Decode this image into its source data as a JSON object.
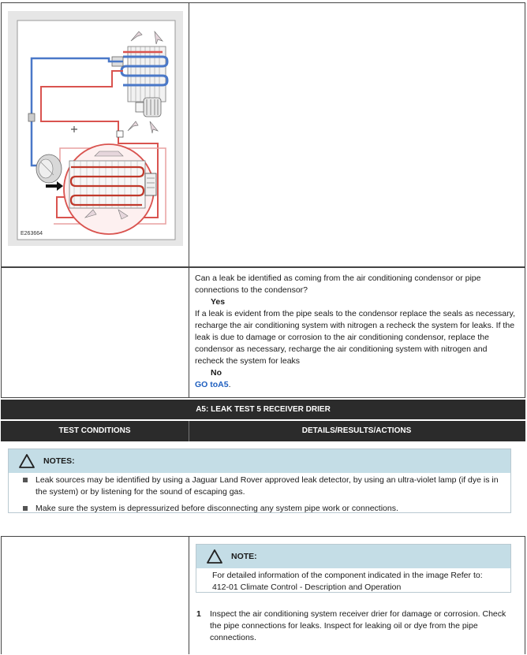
{
  "diagram": {
    "figure_id": "E263664"
  },
  "question_row": {
    "question": "Can a leak be identified as coming from the air conditioning condensor or pipe connections to the condensor?",
    "yes_label": "Yes",
    "yes_text": "If a leak is evident from the pipe seals to the condensor replace the seals as necessary, recharge the air conditioning system with nitrogen a recheck the system for leaks. If the leak is due to damage or corrosion to the air conditioning condensor, replace the condensor as necessary, recharge the air conditioning system with nitrogen and recheck the system for leaks",
    "no_label": "No",
    "goto_link": "GO toA5",
    "goto_suffix": "."
  },
  "section": {
    "title": "A5: LEAK TEST 5 RECEIVER DRIER",
    "col_left": "TEST CONDITIONS",
    "col_right": "DETAILS/RESULTS/ACTIONS"
  },
  "notes": {
    "heading": "NOTES:",
    "items": [
      "Leak sources may be identified by using a Jaguar Land Rover approved leak detector, by using an ultra-violet lamp (if dye is in the system) or by listening for the sound of escaping gas.",
      "Make sure the system is depressurized before disconnecting any system pipe work or connections."
    ]
  },
  "note_single": {
    "heading": "NOTE:",
    "text": "For detailed information of the component indicated in the image Refer to: 412-01 Climate Control - Description and Operation"
  },
  "step": {
    "number": "1",
    "text": "Inspect the air conditioning system receiver drier for damage or corrosion. Check the pipe connections for leaks. Inspect for leaking oil or dye from the pipe connections."
  },
  "colors": {
    "hot_pipe": "#d9534f",
    "cold_pipe": "#4a78c8",
    "note_header": "#c4dde6",
    "dark_bar": "#2b2b2b",
    "link": "#1f5fbf"
  }
}
